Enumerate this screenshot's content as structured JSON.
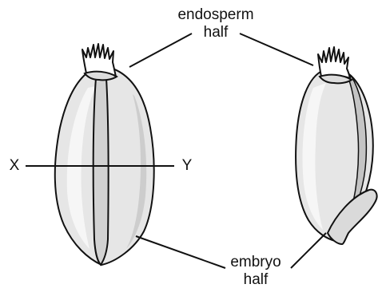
{
  "labels": {
    "endosperm_line1": "endosperm",
    "endosperm_line2": "half",
    "embryo_line1": "embryo",
    "embryo_line2": "half",
    "axis_x": "X",
    "axis_y": "Y"
  },
  "colors": {
    "outline": "#111111",
    "grain_fill": "#e6e6e6",
    "grain_highlight": "#f6f6f6",
    "grain_shadow": "#c4c4c4",
    "crease_fill": "#d2d2d2"
  }
}
